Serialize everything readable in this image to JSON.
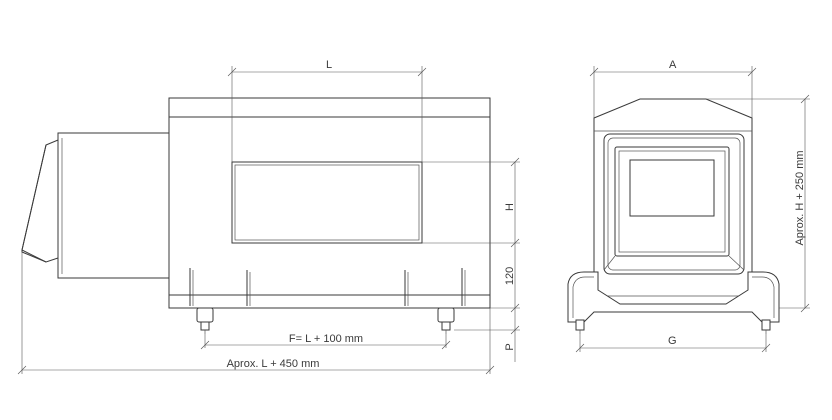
{
  "labels": {
    "length": "L",
    "width": "A",
    "height": "H",
    "clearance_120": "120",
    "foot_p": "P",
    "foot_span_f": "F= L + 100 mm",
    "overall_length": "Aprox. L + 450 mm",
    "overall_height": "Aprox. H + 250 mm",
    "base_width": "G"
  },
  "colors": {
    "line": "#3a3a3a",
    "background": "#ffffff"
  }
}
